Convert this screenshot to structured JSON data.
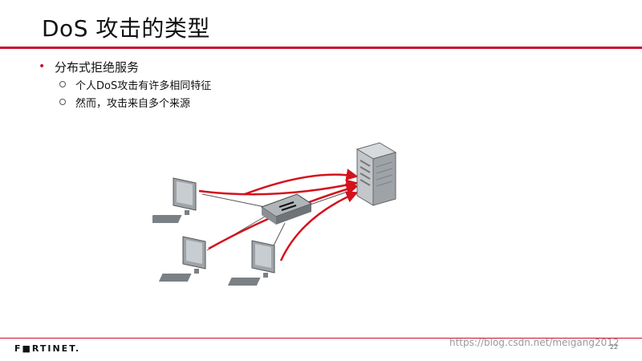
{
  "slide": {
    "title": "DoS 攻击的类型",
    "bullet": "分布式拒绝服务",
    "sub_bullets": [
      "个人DoS攻击有许多相同特征",
      "然而，攻击来自多个来源"
    ]
  },
  "footer": {
    "logo": "F■RTINET.",
    "page_number": "22",
    "watermark": "https://blog.csdn.net/meigang2012"
  },
  "colors": {
    "accent": "#c8102e",
    "attack_arrow": "#d3121c",
    "link_line": "#555555"
  },
  "icons": [
    "computer-icon",
    "router-icon",
    "server-icon",
    "arrow-icon"
  ]
}
